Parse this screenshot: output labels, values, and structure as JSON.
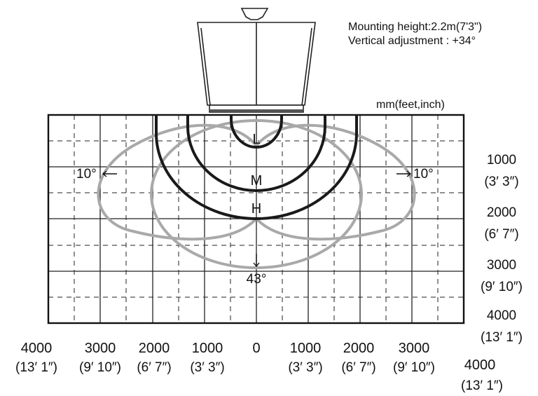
{
  "info": {
    "mounting_height": "Mounting height:2.2m(7'3\")",
    "vertical_adjustment": "Vertical adjustment : +34°",
    "unit_label": "mm(feet,inch)"
  },
  "zones": {
    "low": "L",
    "medium": "M",
    "high": "H"
  },
  "angles": {
    "left": "10°",
    "right": "10°",
    "down": "43°"
  },
  "y_axis": [
    {
      "mm": "1000",
      "ft": "(3′ 3″)"
    },
    {
      "mm": "2000",
      "ft": "(6′ 7″)"
    },
    {
      "mm": "3000",
      "ft": "(9′ 10″)"
    },
    {
      "mm": "4000",
      "ft": "(13′ 1″)"
    }
  ],
  "x_axis_left": [
    {
      "mm": "4000",
      "ft": "(13′ 1″)"
    },
    {
      "mm": "3000",
      "ft": "(9′ 10″)"
    },
    {
      "mm": "2000",
      "ft": "(6′ 7″)"
    },
    {
      "mm": "1000",
      "ft": "(3′ 3″)"
    }
  ],
  "x_axis_center": {
    "mm": "0"
  },
  "x_axis_right": [
    {
      "mm": "1000",
      "ft": "(3′ 3″)"
    },
    {
      "mm": "2000",
      "ft": "(6′ 7″)"
    },
    {
      "mm": "3000",
      "ft": "(9′ 10″)"
    },
    {
      "mm": "4000",
      "ft": "(13′ 1″)"
    }
  ]
}
